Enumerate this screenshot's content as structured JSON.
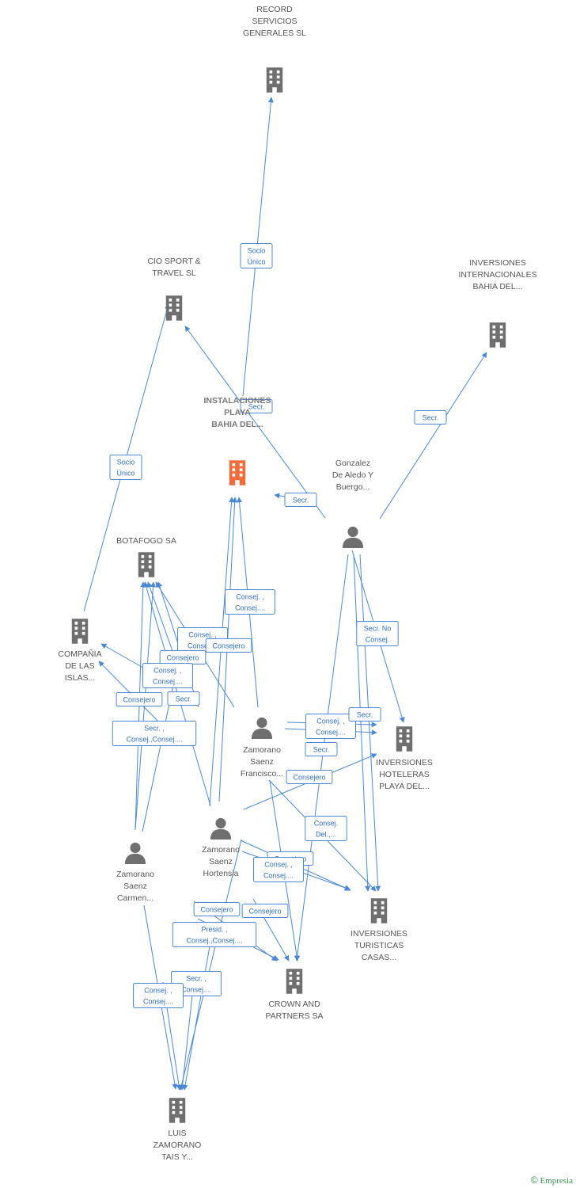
{
  "colors": {
    "edge": "#4a88d6",
    "company": "#6f6f6f",
    "company_focus": "#f26b3a",
    "person": "#6f6f6f"
  },
  "brand": {
    "copyright": "©",
    "name": "Empresia"
  },
  "nodes": [
    {
      "id": "record",
      "type": "company",
      "label": [
        "RECORD",
        "SERVICIOS",
        "GENERALES SL"
      ]
    },
    {
      "id": "cio",
      "type": "company",
      "label": [
        "CIO SPORT &",
        "TRAVEL  SL"
      ]
    },
    {
      "id": "invint",
      "type": "company",
      "label": [
        "INVERSIONES",
        "INTERNACIONALES",
        "BAHIA DEL..."
      ]
    },
    {
      "id": "instal",
      "type": "company",
      "focus": true,
      "label": [
        "INSTALACIONES",
        "PLAYA",
        "BAHIA DEL..."
      ]
    },
    {
      "id": "gonzalez",
      "type": "person",
      "label": [
        "Gonzalez",
        "De Aledo Y",
        "Buergo..."
      ]
    },
    {
      "id": "botafogo",
      "type": "company",
      "label": [
        "BOTAFOGO SA"
      ]
    },
    {
      "id": "compania",
      "type": "company",
      "label": [
        "COMPAÑIA",
        "DE LAS",
        "ISLAS..."
      ]
    },
    {
      "id": "francisco",
      "type": "person",
      "label": [
        "Zamorano",
        "Saenz",
        "Francisco..."
      ]
    },
    {
      "id": "invhot",
      "type": "company",
      "label": [
        "INVERSIONES",
        "HOTELERAS",
        "PLAYA DEL..."
      ]
    },
    {
      "id": "hortensia",
      "type": "person",
      "label": [
        "Zamorano",
        "Saenz",
        "Hortensia"
      ]
    },
    {
      "id": "carmen",
      "type": "person",
      "label": [
        "Zamorano",
        "Saenz",
        "Carmen..."
      ]
    },
    {
      "id": "invtur",
      "type": "company",
      "label": [
        "INVERSIONES",
        "TURISTICAS",
        "CASAS..."
      ]
    },
    {
      "id": "crown",
      "type": "company",
      "label": [
        "CROWN AND",
        "PARTNERS SA"
      ]
    },
    {
      "id": "luis",
      "type": "company",
      "label": [
        "LUIS",
        "ZAMORANO",
        "TAIS Y..."
      ]
    }
  ],
  "relations": [
    {
      "lines": [
        "Socio",
        "Único"
      ]
    },
    {
      "lines": [
        "Socio",
        "Único"
      ]
    },
    {
      "lines": [
        "Secr."
      ]
    },
    {
      "lines": [
        "Secr."
      ]
    },
    {
      "lines": [
        "Secr."
      ]
    },
    {
      "lines": [
        "Consej. ,",
        "Consej...."
      ]
    },
    {
      "lines": [
        "Secr. No",
        "Consej."
      ]
    },
    {
      "lines": [
        "Consej. ,",
        "Consej...."
      ]
    },
    {
      "lines": [
        "Consejero"
      ]
    },
    {
      "lines": [
        "Consejero"
      ]
    },
    {
      "lines": [
        "Consej. ,",
        "Consej...."
      ]
    },
    {
      "lines": [
        "Secr."
      ]
    },
    {
      "lines": [
        "Consejero"
      ]
    },
    {
      "lines": [
        "Secr. ,",
        "Consej.,Consej...."
      ]
    },
    {
      "lines": [
        "Consej. ,",
        "Consej...."
      ]
    },
    {
      "lines": [
        "Secr."
      ]
    },
    {
      "lines": [
        "Secr."
      ]
    },
    {
      "lines": [
        "Consejero"
      ]
    },
    {
      "lines": [
        "Consej.",
        "Del.,..."
      ]
    },
    {
      "lines": [
        "Consejero"
      ]
    },
    {
      "lines": [
        "Consej. ,",
        "Consej...."
      ]
    },
    {
      "lines": [
        "Consejero"
      ]
    },
    {
      "lines": [
        "Consejero"
      ]
    },
    {
      "lines": [
        "Presid. ,",
        "Consej.,Consej...."
      ]
    },
    {
      "lines": [
        "Secr. ,",
        "Consej...."
      ]
    },
    {
      "lines": [
        "Consej. ,",
        "Consej...."
      ]
    }
  ]
}
